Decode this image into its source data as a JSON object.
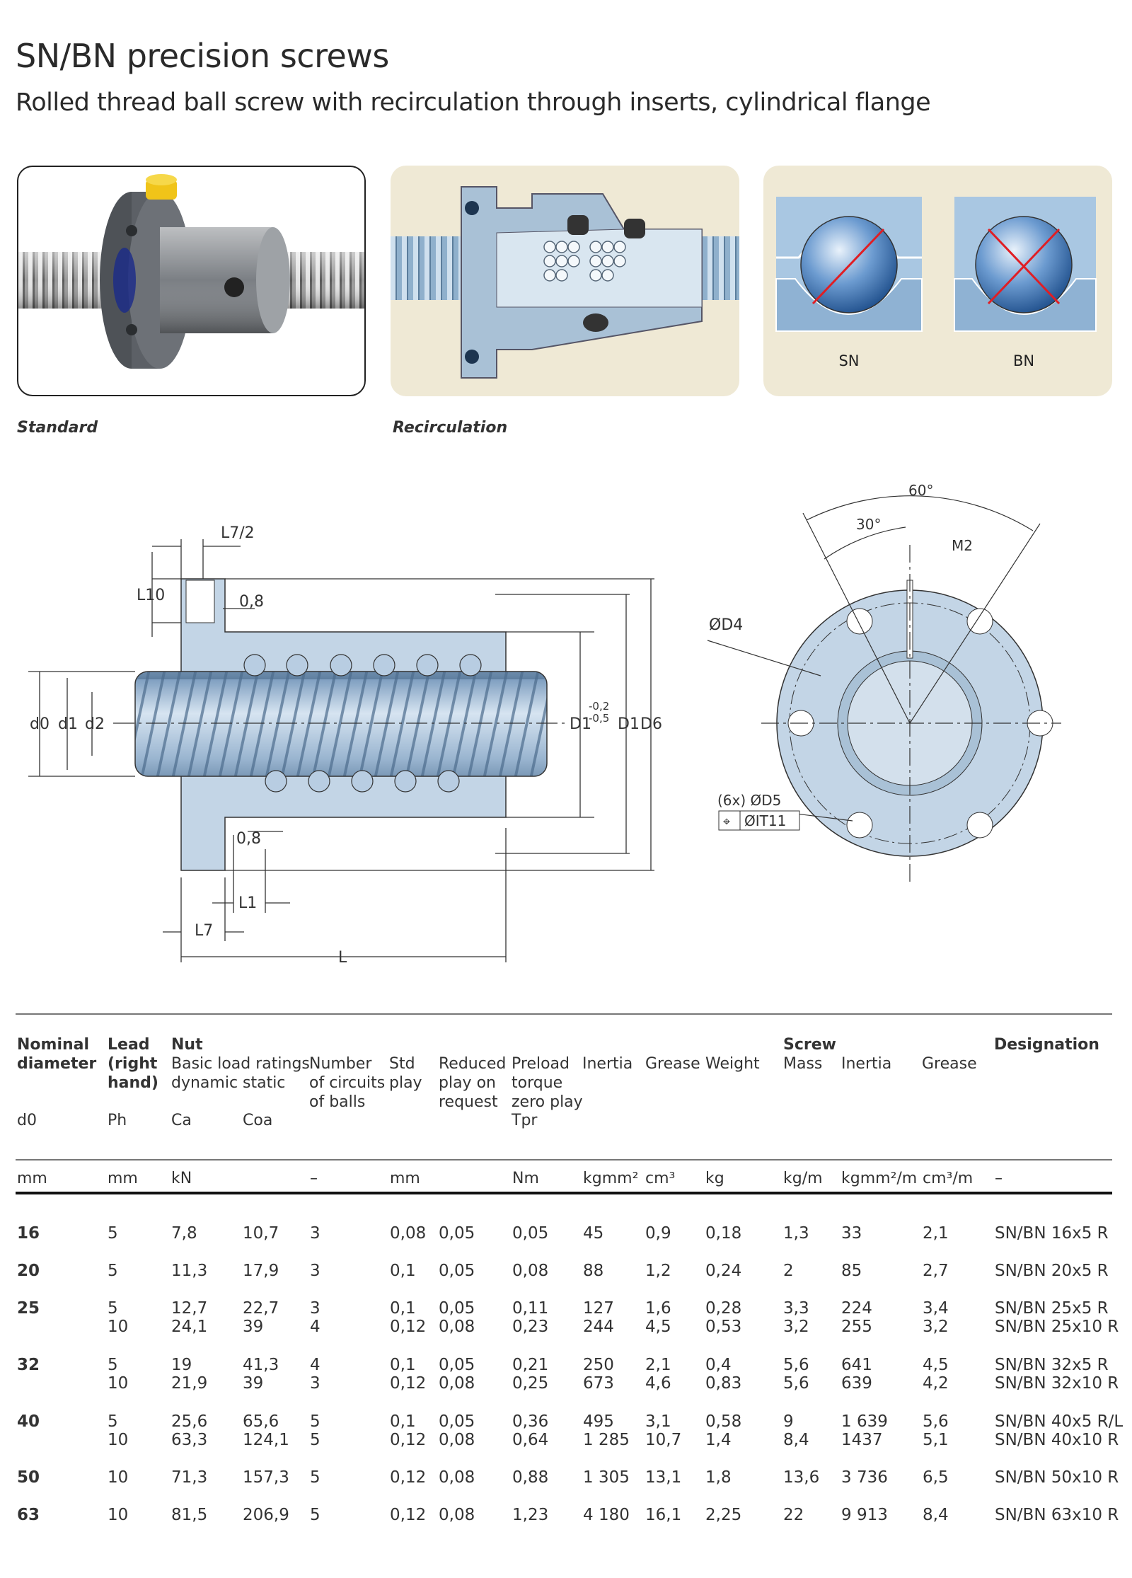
{
  "title": "SN/BN precision screws",
  "subtitle": "Rolled thread ball screw with recirculation through inserts, cylindrical flange",
  "images": {
    "standard_caption": "Standard",
    "recirculation_caption": "Recirculation",
    "contact_labels": [
      "SN",
      "BN"
    ]
  },
  "drawing": {
    "side_labels": [
      "L7/2",
      "L10",
      "0,8",
      "d0",
      "d1",
      "d2",
      "D1",
      "-0,2",
      "-0,5",
      "D1",
      "D6",
      "0,8",
      "L1",
      "L7",
      "L"
    ],
    "front_labels": [
      "60°",
      "30°",
      "M2",
      "ØD4",
      "(6x) ØD5",
      "⌖",
      "ØIT11"
    ]
  },
  "table": {
    "group_headers": {
      "nut": "Nut",
      "screw": "Screw",
      "designation": "Designation"
    },
    "headers": {
      "d0": "Nominal\ndiameter",
      "d0_sym": "d0",
      "ph": "Lead\n(right\nhand)",
      "ph_sym": "Ph",
      "load": "Basic load ratings",
      "ca": "dynamic",
      "ca_sym": "Ca",
      "coa": "static",
      "coa_sym": "Coa",
      "circuits": "Number\nof circuits\nof balls",
      "std_play": "Std\nplay",
      "reduced_play": "Reduced\nplay on\nrequest",
      "preload": "Preload\ntorque\nzero play",
      "preload_sym": "Tpr",
      "inertia": "Inertia",
      "grease": "Grease",
      "weight": "Weight",
      "screw_mass": "Mass",
      "screw_inertia": "Inertia",
      "screw_grease": "Grease"
    },
    "units": [
      "mm",
      "mm",
      "kN",
      "",
      "–",
      "mm",
      "",
      "Nm",
      "kgmm²",
      "cm³",
      "kg",
      "kg/m",
      "kgmm²/m",
      "cm³/m",
      "–"
    ],
    "groups": [
      {
        "d0": "16",
        "rows": [
          [
            "5",
            "7,8",
            "10,7",
            "3",
            "0,08",
            "0,05",
            "0,05",
            "45",
            "0,9",
            "0,18",
            "1,3",
            "33",
            "2,1",
            "SN/BN 16x5 R"
          ]
        ]
      },
      {
        "d0": "20",
        "rows": [
          [
            "5",
            "11,3",
            "17,9",
            "3",
            "0,1",
            "0,05",
            "0,08",
            "88",
            "1,2",
            "0,24",
            "2",
            "85",
            "2,7",
            "SN/BN 20x5 R"
          ]
        ]
      },
      {
        "d0": "25",
        "rows": [
          [
            "5",
            "12,7",
            "22,7",
            "3",
            "0,1",
            "0,05",
            "0,11",
            "127",
            "1,6",
            "0,28",
            "3,3",
            "224",
            "3,4",
            "SN/BN 25x5 R"
          ],
          [
            "10",
            "24,1",
            "39",
            "4",
            "0,12",
            "0,08",
            "0,23",
            "244",
            "4,5",
            "0,53",
            "3,2",
            "255",
            "3,2",
            "SN/BN 25x10 R"
          ]
        ]
      },
      {
        "d0": "32",
        "rows": [
          [
            "5",
            "19",
            "41,3",
            "4",
            "0,1",
            "0,05",
            "0,21",
            "250",
            "2,1",
            "0,4",
            "5,6",
            "641",
            "4,5",
            "SN/BN 32x5 R"
          ],
          [
            "10",
            "21,9",
            "39",
            "3",
            "0,12",
            "0,08",
            "0,25",
            "673",
            "4,6",
            "0,83",
            "5,6",
            "639",
            "4,2",
            "SN/BN 32x10 R"
          ]
        ]
      },
      {
        "d0": "40",
        "rows": [
          [
            "5",
            "25,6",
            "65,6",
            "5",
            "0,1",
            "0,05",
            "0,36",
            "495",
            "3,1",
            "0,58",
            "9",
            "1 639",
            "5,6",
            "SN/BN 40x5 R/L"
          ],
          [
            "10",
            "63,3",
            "124,1",
            "5",
            "0,12",
            "0,08",
            "0,64",
            "1 285",
            "10,7",
            "1,4",
            "8,4",
            "1437",
            "5,1",
            "SN/BN 40x10 R"
          ]
        ]
      },
      {
        "d0": "50",
        "rows": [
          [
            "10",
            "71,3",
            "157,3",
            "5",
            "0,12",
            "0,08",
            "0,88",
            "1 305",
            "13,1",
            "1,8",
            "13,6",
            "3 736",
            "6,5",
            "SN/BN 50x10 R"
          ]
        ]
      },
      {
        "d0": "63",
        "rows": [
          [
            "10",
            "81,5",
            "206,9",
            "5",
            "0,12",
            "0,08",
            "1,23",
            "4 180",
            "16,1",
            "2,25",
            "22",
            "9 913",
            "8,4",
            "SN/BN 63x10 R"
          ]
        ]
      }
    ]
  }
}
